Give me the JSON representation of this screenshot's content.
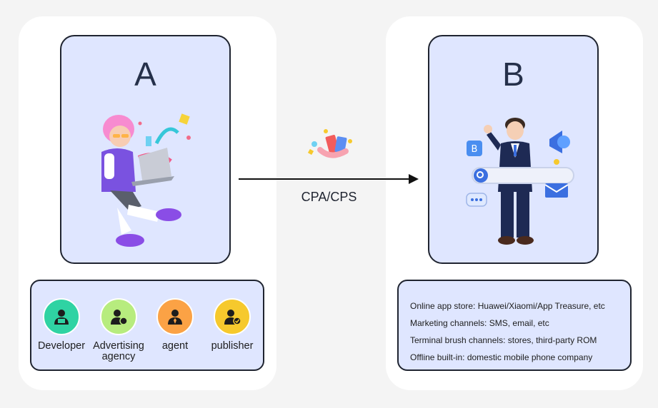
{
  "card_a": {
    "letter": "A"
  },
  "card_b": {
    "letter": "B"
  },
  "roles": [
    {
      "label": "Developer",
      "icon": "developer-icon",
      "color": "#2fd3a3"
    },
    {
      "label": "Advertising agency",
      "icon": "agency-icon",
      "color": "#b7ec7e"
    },
    {
      "label": "agent",
      "icon": "agent-icon",
      "color": "#fba245"
    },
    {
      "label": "publisher",
      "icon": "publisher-icon",
      "color": "#f6c92d"
    }
  ],
  "flow": {
    "label": "CPA/CPS"
  },
  "channels": [
    "Online app store: Huawei/Xiaomi/App Treasure, etc",
    "Marketing channels: SMS, email, etc",
    "Terminal brush channels: stores, third-party ROM",
    "Offline built-in: domestic mobile phone company"
  ],
  "colors": {
    "card_fill": "#dfe6ff",
    "border": "#1f2430",
    "panel": "#ffffff",
    "background": "#f4f4f4"
  }
}
